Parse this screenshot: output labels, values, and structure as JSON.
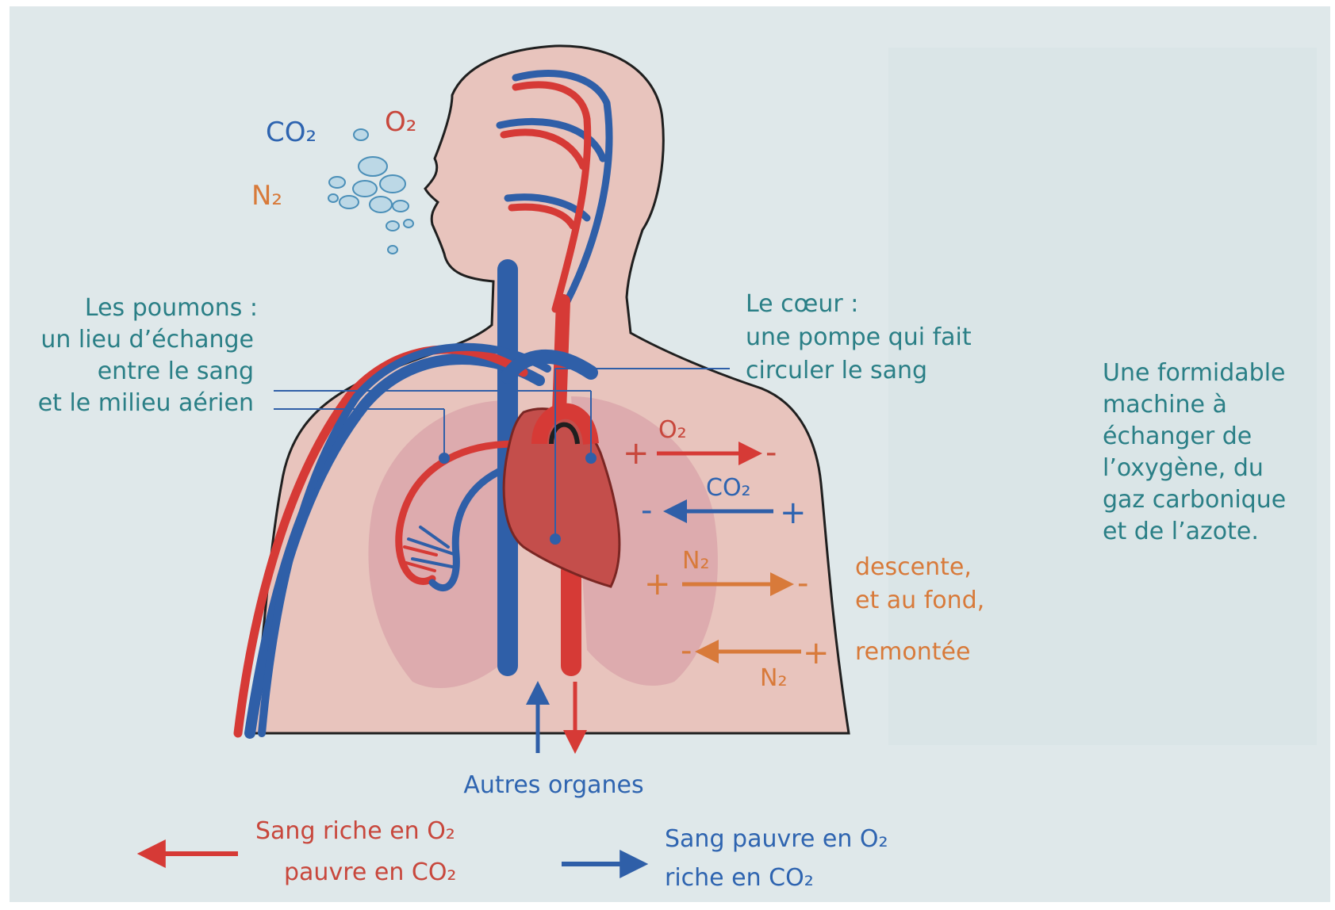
{
  "colors": {
    "background": "#dfe8ea",
    "skin": "#e8c4bd",
    "lung": "#dba7ab",
    "heart": "#c44e4b",
    "artery_red": "#d63a36",
    "vein_blue": "#2f5fa8",
    "label_teal": "#2a7f86",
    "label_orange": "#d87a3a",
    "label_blue": "#2e64b0",
    "label_red": "#c8473c"
  },
  "gases": {
    "co2_top": "CO₂",
    "o2_top": "O₂",
    "n2_top": "N₂"
  },
  "labels": {
    "lungs": [
      "Les poumons :",
      "un lieu d’échange",
      "entre le sang",
      "et le milieu aérien"
    ],
    "heart": [
      "Le cœur :",
      "une pompe qui fait",
      "circuler le sang"
    ],
    "machine": [
      "Une formidable",
      "machine à",
      "échanger de",
      "l’oxygène, du",
      "gaz carbonique",
      "et de l’azote."
    ],
    "descent": [
      "descente,",
      "et au fond,"
    ],
    "ascent": "remontée",
    "other_organs": "Autres organes"
  },
  "exchange": {
    "o2": "O₂",
    "co2": "CO₂",
    "n2_down": "N₂",
    "n2_up": "N₂",
    "plus": "+",
    "minus": "-"
  },
  "legend": {
    "red_line1": "Sang riche en O₂",
    "red_line2": "pauvre en CO₂",
    "blue_line1": "Sang pauvre en O₂",
    "blue_line2": "riche en CO₂"
  }
}
